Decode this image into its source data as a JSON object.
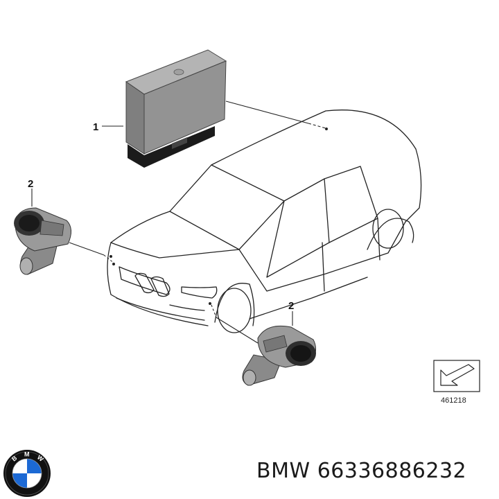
{
  "callouts": {
    "control_unit": "1",
    "sensor_left": "2",
    "sensor_right": "2"
  },
  "reference_number": "461218",
  "footer": {
    "brand": "BMW",
    "part_number": "66336886232",
    "text": "BMW 66336886232"
  },
  "logo": {
    "letters": "BMW",
    "colors": {
      "ring": "#111111",
      "blue": "#1c69d4",
      "white": "#ffffff"
    }
  },
  "colors": {
    "line": "#222222",
    "module_light": "#8e8e8e",
    "module_top": "#b4b4b4",
    "module_dark": "#1b1b1b",
    "sensor_grey": "#9a9a9a"
  }
}
